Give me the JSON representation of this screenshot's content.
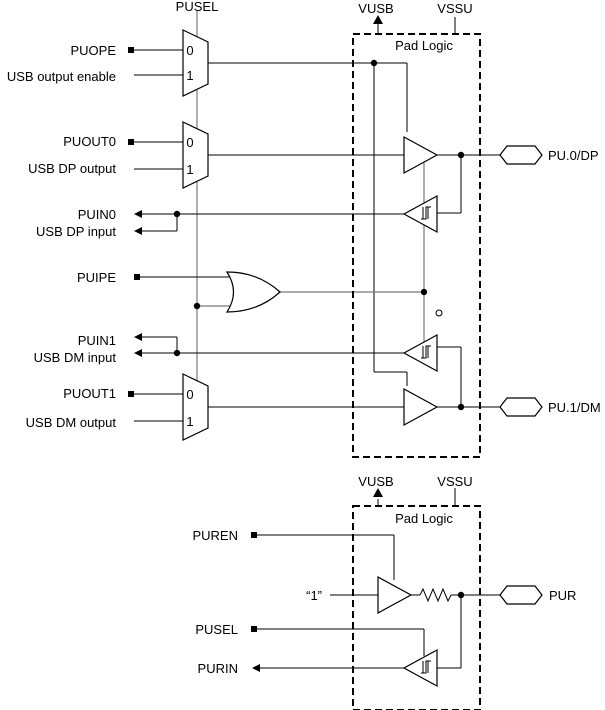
{
  "labels": {
    "pusel_top": "PUSEL",
    "vusb_top": "VUSB",
    "vssu_top": "VSSU",
    "pad_logic_top": "Pad Logic",
    "puope": "PUOPE",
    "usb_output_enable": "USB output enable",
    "puout0": "PUOUT0",
    "usb_dp_output": "USB DP output",
    "puin0": "PUIN0",
    "usb_dp_input": "USB DP input",
    "puipe": "PUIPE",
    "puin1": "PUIN1",
    "usb_dm_input": "USB DM input",
    "puout1": "PUOUT1",
    "usb_dm_output": "USB DM output",
    "pu0_dp": "PU.0/DP",
    "pu1_dm": "PU.1/DM",
    "vusb_bottom": "VUSB",
    "vssu_bottom": "VSSU",
    "pad_logic_bottom": "Pad Logic",
    "puren": "PUREN",
    "one": "“1”",
    "pusel_bottom": "PUSEL",
    "purin": "PURIN",
    "pur": "PUR",
    "mux0_a": "0",
    "mux0_b": "1",
    "mux1_a": "0",
    "mux1_b": "1",
    "mux2_a": "0",
    "mux2_b": "1"
  },
  "icons": {
    "input_pin": "filled-square",
    "schmitt": "schmitt-trigger-symbol",
    "resistor": "zigzag-resistor"
  }
}
